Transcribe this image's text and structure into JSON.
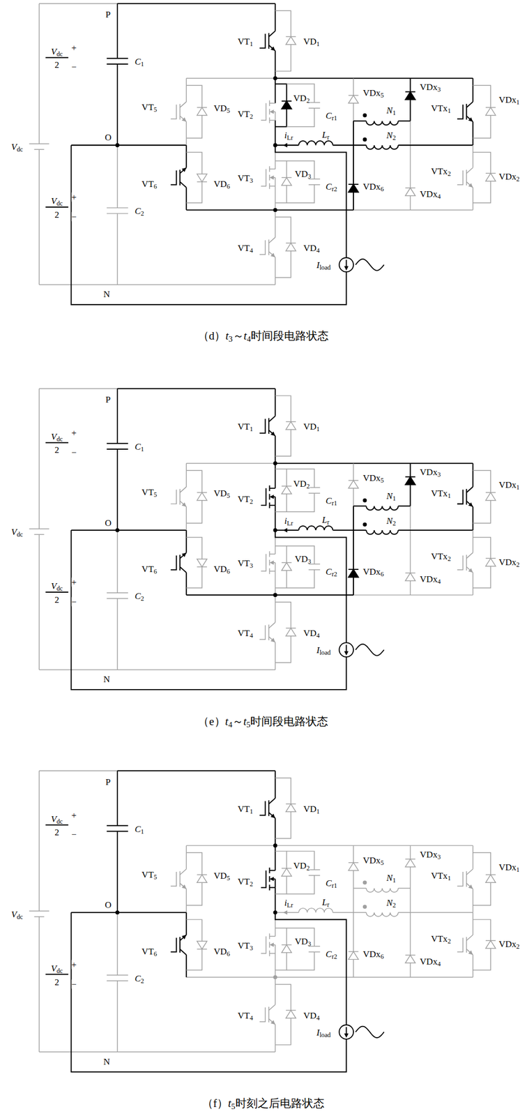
{
  "diagram": {
    "labels": [
      "P",
      "VT1",
      "VD1",
      "Vdc",
      "+",
      "2",
      "−",
      "C1",
      "VDx5",
      "VDx3",
      "VDx1",
      "VT5",
      "VD5",
      "VT2",
      "VD2",
      "Cr1",
      "VTx1",
      "N1",
      "Vdc",
      "O",
      "iLr",
      "Lr",
      "N2",
      "VT6",
      "VD6",
      "VT3",
      "VD3",
      "Cr2",
      "VDx6",
      "VTx2",
      "VDx2",
      "VDx4",
      "Vdc",
      "+",
      "2",
      "−",
      "C2",
      "VT4",
      "VD4",
      "Iload",
      "N",
      "（d）t3～t4时间段电路状态",
      "P",
      "VT1",
      "VD1",
      "Vdc",
      "+",
      "2",
      "−",
      "C1",
      "VDx5",
      "VDx3",
      "VDx1",
      "VT5",
      "VD5",
      "VT2",
      "VD2",
      "Cr1",
      "VTx1",
      "N1",
      "Vdc",
      "O",
      "iLr",
      "Lr",
      "N2",
      "VT6",
      "VD6",
      "VT3",
      "VD3",
      "Cr2",
      "VDx6",
      "VTx2",
      "VDx2",
      "VDx4",
      "Vdc",
      "+",
      "2",
      "−",
      "C2",
      "VT4",
      "VD4",
      "Iload",
      "N",
      "（e）t4～t5时间段电路状态",
      "P",
      "VT1",
      "VD1",
      "Vdc",
      "+",
      "2",
      "−",
      "C1",
      "VDx5",
      "VDx3",
      "VDx1",
      "VT5",
      "VD5",
      "VT2",
      "VD2",
      "Cr1",
      "VTx1",
      "N1",
      "Vdc",
      "O",
      "iLr",
      "Lr",
      "N2",
      "VT6",
      "VD6",
      "VT3",
      "VD3",
      "Cr2",
      "VDx6",
      "VTx2",
      "VDx2",
      "VDx4",
      "Vdc",
      "+",
      "2",
      "−",
      "C2",
      "VT4",
      "VD4",
      "Iload",
      "N",
      "（f）t5时刻之后电路状态"
    ]
  }
}
